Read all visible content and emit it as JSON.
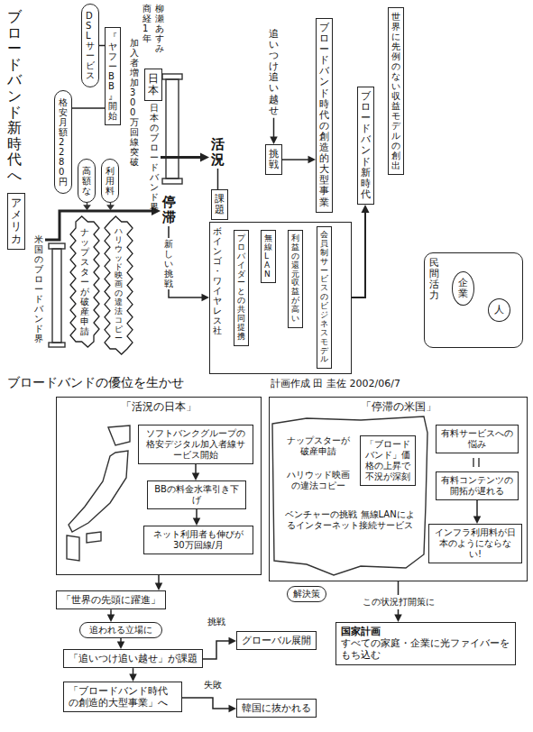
{
  "diagram": {
    "title": "ブロードバンド新時代へ",
    "nodes": [
      {
        "text": [
          "日本"
        ]
      },
      {
        "text": [
          "DSLサービス"
        ]
      },
      {
        "text": [
          "『ヤフーBB』開始"
        ]
      },
      {
        "text": [
          "格安 月額2280円"
        ]
      },
      {
        "text": [
          "加入者増加 300万回線突破"
        ]
      },
      {
        "text": [
          "日本のブロードバンド界"
        ]
      },
      {
        "text": [
          "活況"
        ]
      },
      {
        "text": [
          "課題"
        ]
      },
      {
        "text": [
          "追いつけ追い越せ"
        ]
      },
      {
        "text": [
          "挑戦"
        ]
      },
      {
        "text": [
          "ブロードバンド時代の創造的大型事業"
        ]
      },
      {
        "text": [
          "ブロードバンド新時代"
        ]
      },
      {
        "text": [
          "世界に先例のない収益モデルの創出"
        ]
      },
      {
        "text": [
          "アメリカ"
        ]
      },
      {
        "text": [
          "米国のブロードバンド界"
        ]
      },
      {
        "text": [
          "高額な"
        ]
      },
      {
        "text": [
          "利用料"
        ]
      },
      {
        "text": [
          "ナップスターが破産申請"
        ]
      },
      {
        "text": [
          "ハリウッド映画の違法コピー"
        ]
      },
      {
        "text": [
          "停滞"
        ]
      },
      {
        "text": [
          "ボインゴ・ワイヤレス社"
        ]
      },
      {
        "text": [
          "プロバイダーとの共同提携"
        ],
        "in": 20
      },
      {
        "text": [
          "無線LAN"
        ],
        "in": 20
      },
      {
        "text": [
          "利益の還元 収益が高い"
        ],
        "in": 20
      },
      {
        "text": [
          "会員制サービスのビジネスモデル"
        ],
        "in": 20
      },
      {
        "text": [
          "民間活力"
        ]
      },
      {
        "text": [
          "企業"
        ],
        "in": 25
      },
      {
        "text": [
          "人"
        ],
        "in": 25
      },
      {
        "text": [
          "「活況の日本」"
        ]
      },
      {
        "text": [
          "ソフトバンクグループの格安デジタル加入者線サービス開始"
        ],
        "in": 28
      },
      {
        "text": [
          "BBの料金水準引き下げ"
        ],
        "in": 28
      },
      {
        "text": [
          "ネット利用者も伸びが 30万回線/月"
        ],
        "in": 28
      },
      {
        "text": [
          "「停滞の米国」"
        ]
      },
      {
        "text": [
          "ナップスターが破産申請"
        ],
        "in": 32
      },
      {
        "text": [
          "ハリウッド映画の違法コピー"
        ],
        "in": 32
      },
      {
        "text": [
          "「ブロードバンド」価格の上昇で不況が深刻"
        ],
        "in": 32
      },
      {
        "text": [
          "ベンチャーの挑戦 無線LANによるインターネット接続サービス"
        ],
        "in": 32
      },
      {
        "text": [
          "有料サービスへの悩み"
        ],
        "in": 32
      },
      {
        "text": [
          "有料コンテンツの開拓が遅れる"
        ],
        "in": 32
      },
      {
        "text": [
          "インフラ利用料が日本のようにならない!"
        ],
        "in": 32
      },
      {
        "text": [
          "「世界の先頭に躍進」"
        ]
      },
      {
        "text": [
          "追われる立場に"
        ]
      },
      {
        "text": [
          "「追いつけ追い越せ」が課題"
        ]
      },
      {
        "text": [
          "「ブロードバンド時代の創造的大型事業」へ"
        ]
      },
      {
        "text": [
          "グローバル展開"
        ]
      },
      {
        "text": [
          "韓国に抜かれる"
        ]
      },
      {
        "text": [
          "国家計画",
          "すべての家庭・企業に光ファイバーをもち込む"
        ]
      }
    ],
    "edges": [
      {
        "from": 1,
        "to": 2,
        "arrow": "none"
      },
      {
        "from": 2,
        "to": 3,
        "arrow": "none"
      },
      {
        "from": 5,
        "to": 6,
        "arrow": "to"
      },
      {
        "from": 6,
        "to": 7,
        "arrow": "none"
      },
      {
        "from": 8,
        "to": 9,
        "arrow": "to"
      },
      {
        "from": 9,
        "to": 10,
        "arrow": "to"
      },
      {
        "from": 14,
        "to": 19,
        "arrow": "to"
      },
      {
        "from": 19,
        "to": 20,
        "arrow": "to",
        "label": "新しい挑戦"
      },
      {
        "from": 20,
        "to": 11,
        "arrow": "to"
      },
      {
        "from": 29,
        "to": 30,
        "arrow": "to"
      },
      {
        "from": 30,
        "to": 31,
        "arrow": "to"
      },
      {
        "from": 28,
        "to": 40,
        "arrow": "to"
      },
      {
        "from": 40,
        "to": 41,
        "arrow": "to"
      },
      {
        "from": 41,
        "to": 42,
        "arrow": "to"
      },
      {
        "from": 42,
        "to": 43,
        "arrow": "to"
      },
      {
        "from": 42,
        "to": 44,
        "arrow": "to",
        "label": "挑戦"
      },
      {
        "from": 43,
        "to": 45,
        "arrow": "to",
        "label": "失敗"
      },
      {
        "from": 32,
        "to": 46,
        "arrow": "to",
        "label": "この状況打開策に"
      },
      {
        "from": 38,
        "to": 39,
        "arrow": "to"
      }
    ],
    "labels": [
      "商経 1年",
      "柳瀬 あすみ",
      "ブロードバンドの優位を生かせ",
      "計画作成 田 圭佐 2002/06/7",
      "解決策"
    ]
  }
}
